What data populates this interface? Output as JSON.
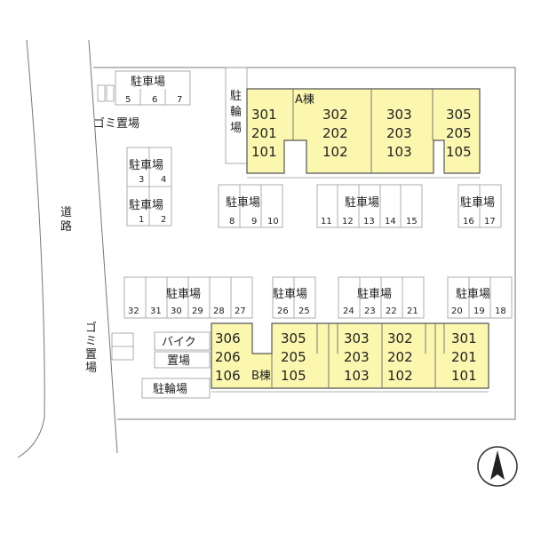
{
  "road": "道路",
  "building_a": {
    "name": "A棟",
    "columns": [
      [
        "301",
        "201",
        "101"
      ],
      [
        "302",
        "202",
        "102"
      ],
      [
        "303",
        "203",
        "103"
      ],
      [
        "305",
        "205",
        "105"
      ]
    ]
  },
  "building_b": {
    "name": "B棟",
    "columns": [
      [
        "306",
        "206",
        "106"
      ],
      [
        "305",
        "205",
        "105"
      ],
      [
        "303",
        "203",
        "103"
      ],
      [
        "302",
        "202",
        "102"
      ],
      [
        "301",
        "201",
        "101"
      ]
    ]
  },
  "labels": {
    "parking": "駐車場",
    "bike_parking": "駐輪場",
    "garbage": "ゴミ置場",
    "motorbike_1": "バイク",
    "motorbike_2": "置場"
  },
  "parking_numbers": {
    "top_left": [
      "5",
      "6",
      "7"
    ],
    "left_upper": [
      "3",
      "4"
    ],
    "left_lower": [
      "1",
      "2"
    ],
    "mid_row_1": [
      "8",
      "9",
      "10"
    ],
    "mid_row_2": [
      "11",
      "12",
      "13",
      "14",
      "15"
    ],
    "mid_row_3": [
      "16",
      "17"
    ],
    "low_row_1": [
      "32",
      "31",
      "30",
      "29",
      "28",
      "27"
    ],
    "low_row_2": [
      "26",
      "25"
    ],
    "low_row_3": [
      "24",
      "23",
      "22",
      "21"
    ],
    "low_row_4": [
      "20",
      "19",
      "18"
    ]
  },
  "icons": {
    "north": "north-arrow-icon"
  }
}
